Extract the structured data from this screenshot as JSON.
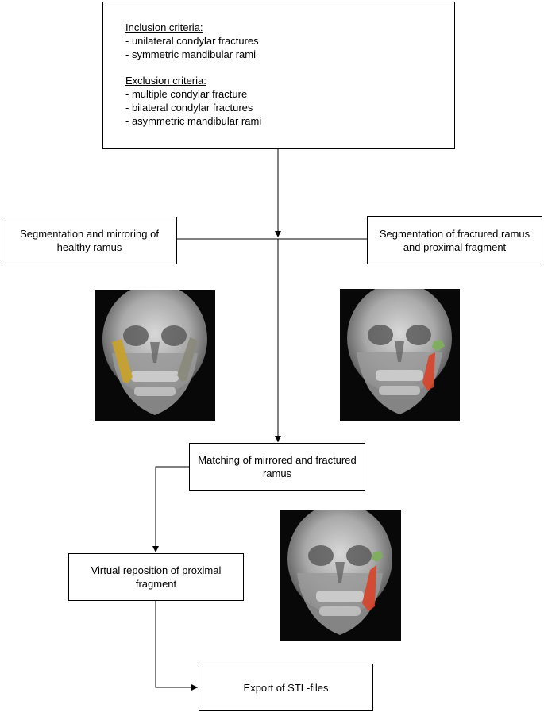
{
  "criteria": {
    "inclusion_title": "Inclusion criteria:",
    "inclusion_items": [
      "- unilateral condylar fractures",
      "- symmetric mandibular rami"
    ],
    "exclusion_title": "Exclusion criteria:",
    "exclusion_items": [
      "- multiple condylar fracture",
      "- bilateral condylar fractures",
      "- asymmetric mandibular rami"
    ]
  },
  "steps": {
    "healthy": "Segmentation and mirroring of healthy ramus",
    "fractured": "Segmentation of fractured ramus and proximal fragment",
    "matching": "Matching of mirrored and fractured ramus",
    "virtual": "Virtual reposition of proximal fragment",
    "export": "Export of STL-files"
  },
  "colors": {
    "healthy_overlay": "#c9a227",
    "mirrored_overlay": "#8a8a7a",
    "fractured_overlay": "#d8442a",
    "fragment_overlay": "#7fae5e"
  }
}
